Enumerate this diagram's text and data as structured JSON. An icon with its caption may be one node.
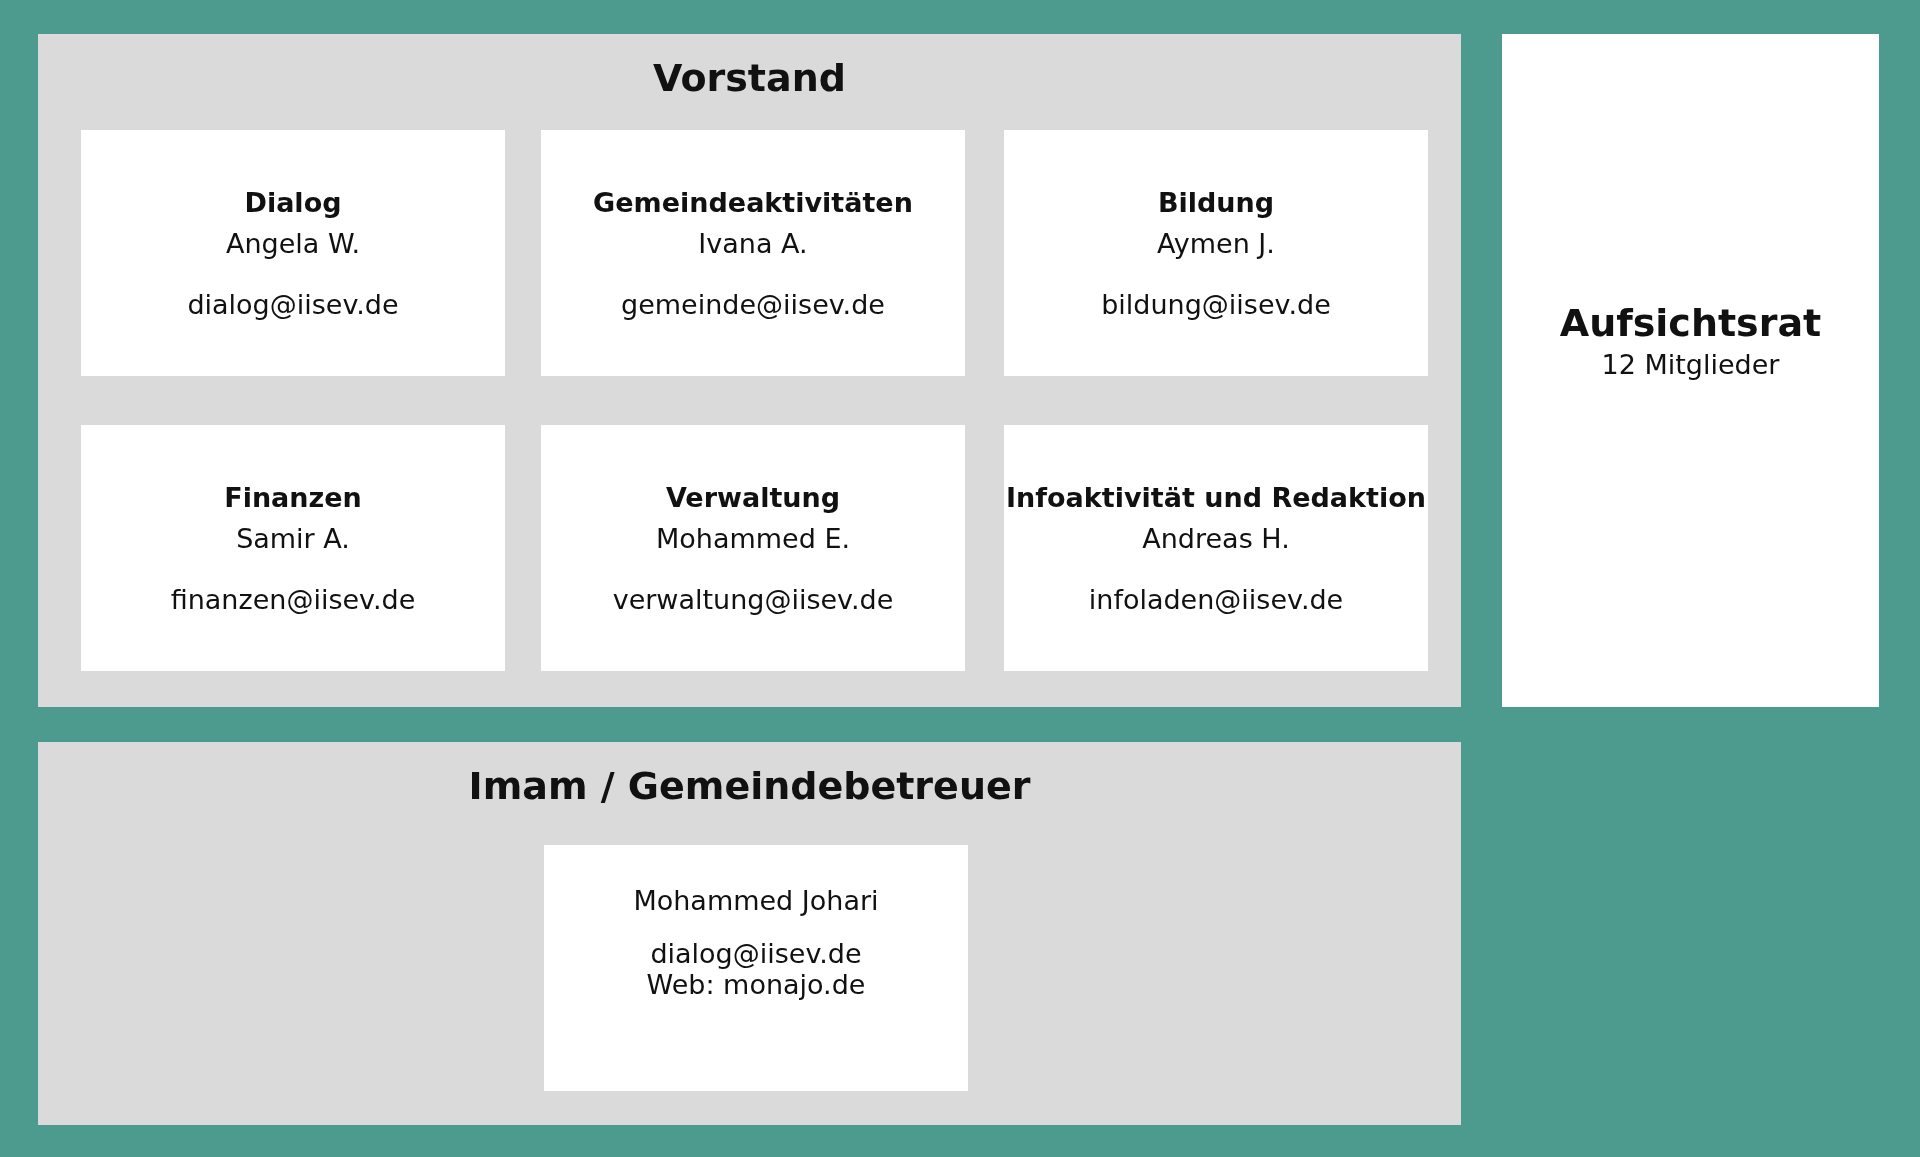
{
  "diagram": {
    "nodes": [
      {
        "text": [
          "Vorstand"
        ]
      },
      {
        "text": [
          "Dialog",
          "Angela W.",
          "dialog@iisev.de"
        ],
        "in": 0
      },
      {
        "text": [
          "Gemeindeaktivitäten",
          "Ivana A.",
          "gemeinde@iisev.de"
        ],
        "in": 0
      },
      {
        "text": [
          "Bildung",
          "Aymen J.",
          "bildung@iisev.de"
        ],
        "in": 0
      },
      {
        "text": [
          "Finanzen",
          "Samir A.",
          "finanzen@iisev.de"
        ],
        "in": 0
      },
      {
        "text": [
          "Verwaltung",
          "Mohammed E.",
          "verwaltung@iisev.de"
        ],
        "in": 0
      },
      {
        "text": [
          "Infoaktivität und Redaktion",
          "Andreas H.",
          "infoladen@iisev.de"
        ],
        "in": 0
      },
      {
        "text": [
          "Aufsichtsrat",
          "12 Mitglieder"
        ]
      },
      {
        "text": [
          "Imam / Gemeindebetreuer"
        ]
      },
      {
        "text": [
          "Mohammed Johari",
          "dialog@iisev.de",
          "Web: monajo.de"
        ],
        "in": 8
      }
    ]
  }
}
